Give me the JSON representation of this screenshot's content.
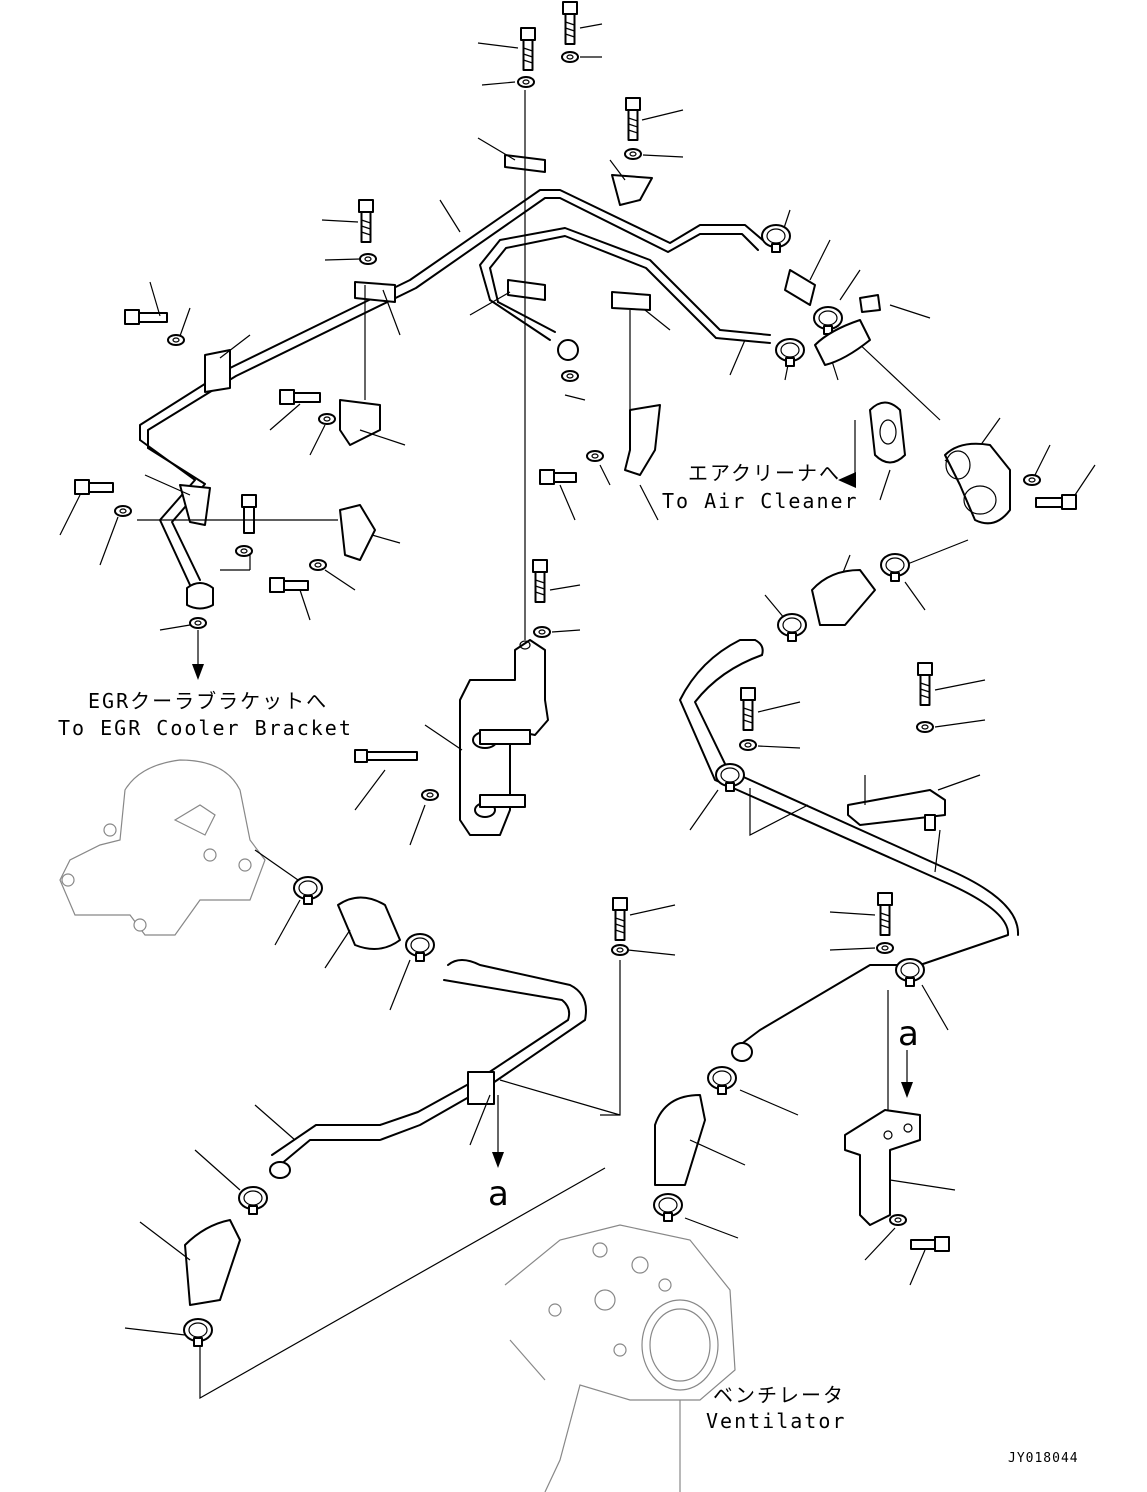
{
  "labels": {
    "egr_jp": "EGRクーラブラケットへ",
    "egr_en": "To EGR Cooler Bracket",
    "air_jp": "エアクリーナへ",
    "air_en": "To Air Cleaner",
    "vent_jp": "ベンチレータ",
    "vent_en": "Ventilator",
    "ref_a": "a",
    "ref_a2": "a",
    "drawing_code": "JY018044"
  }
}
